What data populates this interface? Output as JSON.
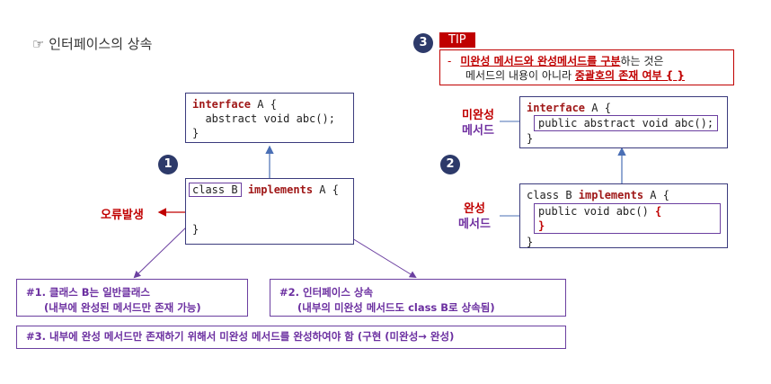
{
  "title": "☞ 인터페이스의 상속",
  "left": {
    "circle_number": "1",
    "interface_box": {
      "line1_kw": "interface",
      "line1_rest": " A {",
      "line2": "  abstract void abc();",
      "line3": "}"
    },
    "class_box": {
      "class_decl": "class B",
      "implements_kw": "implements",
      "implements_rest": " A {",
      "close": "}"
    },
    "error_label": "오류발생",
    "note1": {
      "line1": "#1. 클래스 B는 일반클래스",
      "line2": "(내부에 완성된 메서드만 존재 가능)"
    },
    "note2": {
      "line1": "#2. 인터페이스 상속",
      "line2": "(내부의 미완성 메서드도 class B로 상속됨)"
    },
    "note3": "#3. 내부에 완성 메서드만 존재하기 위해서 미완성 메서드를 완성하여야 함 (구현 (미완성→ 완성)"
  },
  "right": {
    "circle_number_tip": "3",
    "tip_badge": "TIP",
    "tip_dash": "-",
    "tip_line1_a": "미완성 메서드와 완성메서드를 구분",
    "tip_line1_b": "하는 것은",
    "tip_line2_a": "메서드의 내용이 아니라 ",
    "tip_line2_b": "중괄호의 존재 여부 { }",
    "circle_number": "2",
    "interface_box": {
      "line1_kw": "interface",
      "line1_rest": " A {",
      "method": "public abstract void abc();",
      "close": "}"
    },
    "class_box": {
      "line1_a": "class B ",
      "line1_kw": "implements",
      "line1_rest": " A {",
      "method_a": "public void abc() ",
      "method_brace_open": "{",
      "method_brace_close": "}",
      "close": "}"
    },
    "label_incomplete_line1": "미완성",
    "label_incomplete_line2": "메서드",
    "label_complete_line1": "완성",
    "label_complete_line2": "메서드"
  },
  "colors": {
    "navy": "#2d3a6a",
    "red": "#c00000",
    "purple": "#7030a0",
    "arrow_blue": "#4a6fb5"
  }
}
